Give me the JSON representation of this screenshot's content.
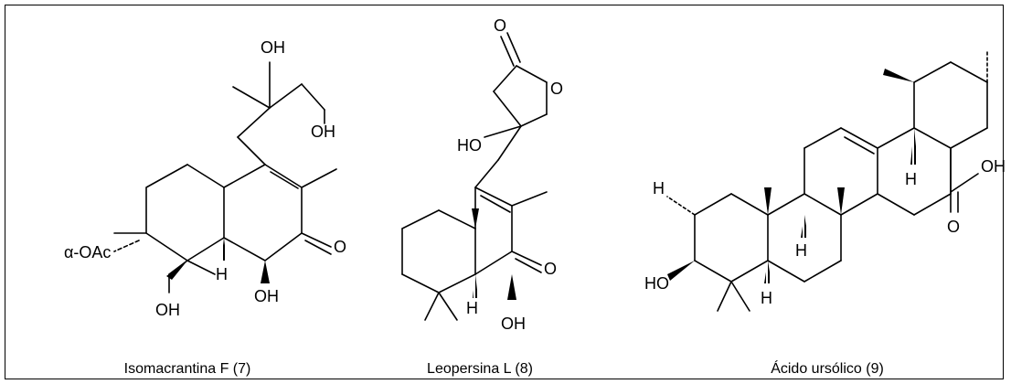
{
  "compounds": [
    {
      "name": "Isomacrantina F (7)",
      "labels": {
        "oh_top": "OH",
        "oh_chain": "OH",
        "oacetate": "α-OAc",
        "ketone_o": "O",
        "h_ring": "H",
        "oh_ring": "OH",
        "oh_bottom": "OH"
      }
    },
    {
      "name": "Leopersina L (8)",
      "labels": {
        "o_carbonyl": "O",
        "o_ring": "O",
        "ho": "HO",
        "ketone_o": "O",
        "h_ring": "H",
        "oh_bottom": "OH"
      }
    },
    {
      "name": "Ácido ursólico (9)",
      "labels": {
        "oh_acid": "OH",
        "o_acid": "O",
        "h_c2": "H",
        "h_c18": "H",
        "h_c9": "H",
        "h_c5": "H",
        "ho": "HO"
      }
    }
  ]
}
